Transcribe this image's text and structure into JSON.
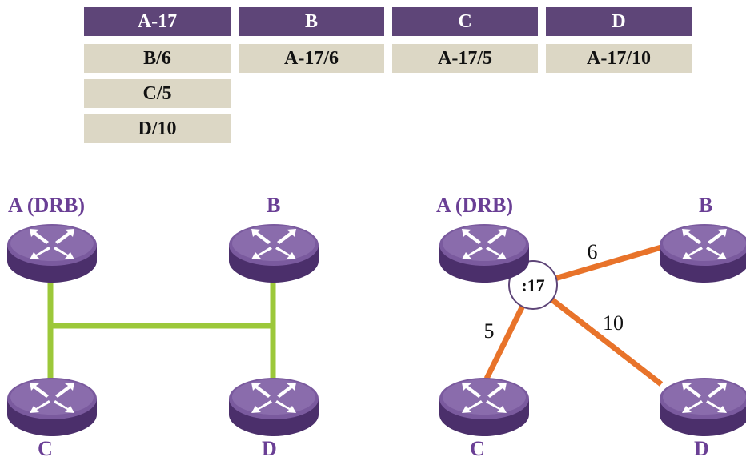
{
  "table": {
    "headers": [
      "A-17",
      "B",
      "C",
      "D"
    ],
    "columns": [
      [
        "B/6",
        "C/5",
        "D/10"
      ],
      [
        "A-17/6"
      ],
      [
        "A-17/5"
      ],
      [
        "A-17/10"
      ]
    ]
  },
  "left_diagram": {
    "routers": {
      "a": "A (DRB)",
      "b": "B",
      "c": "C",
      "d": "D"
    }
  },
  "right_diagram": {
    "routers": {
      "a": "A (DRB)",
      "b": "B",
      "c": "C",
      "d": "D"
    },
    "hub": ":17",
    "weights": {
      "b": "6",
      "c": "5",
      "d": "10"
    }
  },
  "colors": {
    "header_bg": "#5e4578",
    "cell_bg": "#dcd7c5",
    "router_label": "#6a3f95",
    "lan_line": "#9cc83a",
    "link_line": "#e8732a",
    "router_body": "#5e3f83"
  }
}
